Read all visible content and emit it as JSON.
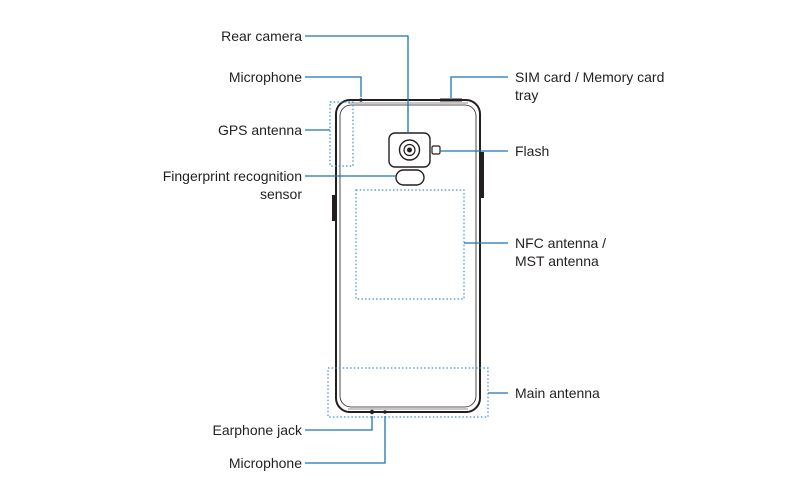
{
  "colors": {
    "leader": "#1a73b8",
    "outline": "#231f20",
    "zone": "#3b8fcf",
    "background": "#ffffff"
  },
  "labels": {
    "rear_camera": "Rear camera",
    "microphone_top": "Microphone",
    "gps_antenna": "GPS antenna",
    "fingerprint_sensor": "Fingerprint recognition\nsensor",
    "earphone_jack": "Earphone jack",
    "microphone_bottom": "Microphone",
    "sim_tray": "SIM card / Memory card\ntray",
    "flash": "Flash",
    "nfc_mst_antenna": "NFC antenna /\nMST antenna",
    "main_antenna": "Main antenna"
  }
}
